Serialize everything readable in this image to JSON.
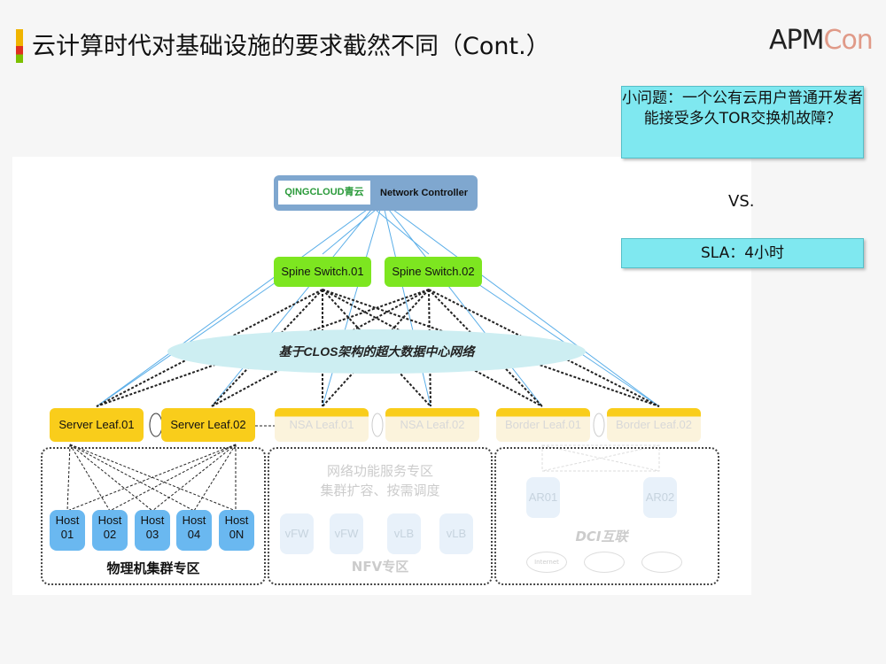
{
  "header": {
    "title": "云计算时代对基础设施的要求截然不同（Cont.）",
    "logo": {
      "main": "APM",
      "accent": "Con"
    }
  },
  "notes": {
    "question": "小问题：一个公有云用户普通开发者能接受多久TOR交换机故障？",
    "vs": "VS.",
    "sla": "SLA：4小时"
  },
  "diagram": {
    "controller": {
      "brand": "QINGCLOUD青云",
      "label": "Network Controller"
    },
    "spines": [
      "Spine Switch.01",
      "Spine Switch.02"
    ],
    "fabric_label": "基于CLOS架构的超大数据中心网络",
    "leaves": [
      "Server Leaf.01",
      "Server Leaf.02",
      "NSA Leaf.01",
      "NSA Leaf.02",
      "Border Leaf.01",
      "Border Leaf.02"
    ],
    "hosts": [
      [
        "Host",
        "01"
      ],
      [
        "Host",
        "02"
      ],
      [
        "Host",
        "03"
      ],
      [
        "Host",
        "04"
      ],
      [
        "Host",
        "0N"
      ]
    ],
    "physical_zone": "物理机集群专区",
    "nfv": {
      "desc1": "网络功能服务专区",
      "desc2": "集群扩容、按需调度",
      "functions": [
        "vFW",
        "vFW",
        "vLB",
        "vLB"
      ],
      "label": "NFV专区"
    },
    "dci": {
      "routers": [
        "AR01",
        "AR02"
      ],
      "label": "DCI互联",
      "clouds": [
        "Internet"
      ]
    },
    "colors": {
      "spine": "#7de620",
      "leaf": "#f9cd1b",
      "host": "#6ab8f0",
      "note": "#7fe8f0",
      "controller": "#7fa7cf"
    }
  }
}
